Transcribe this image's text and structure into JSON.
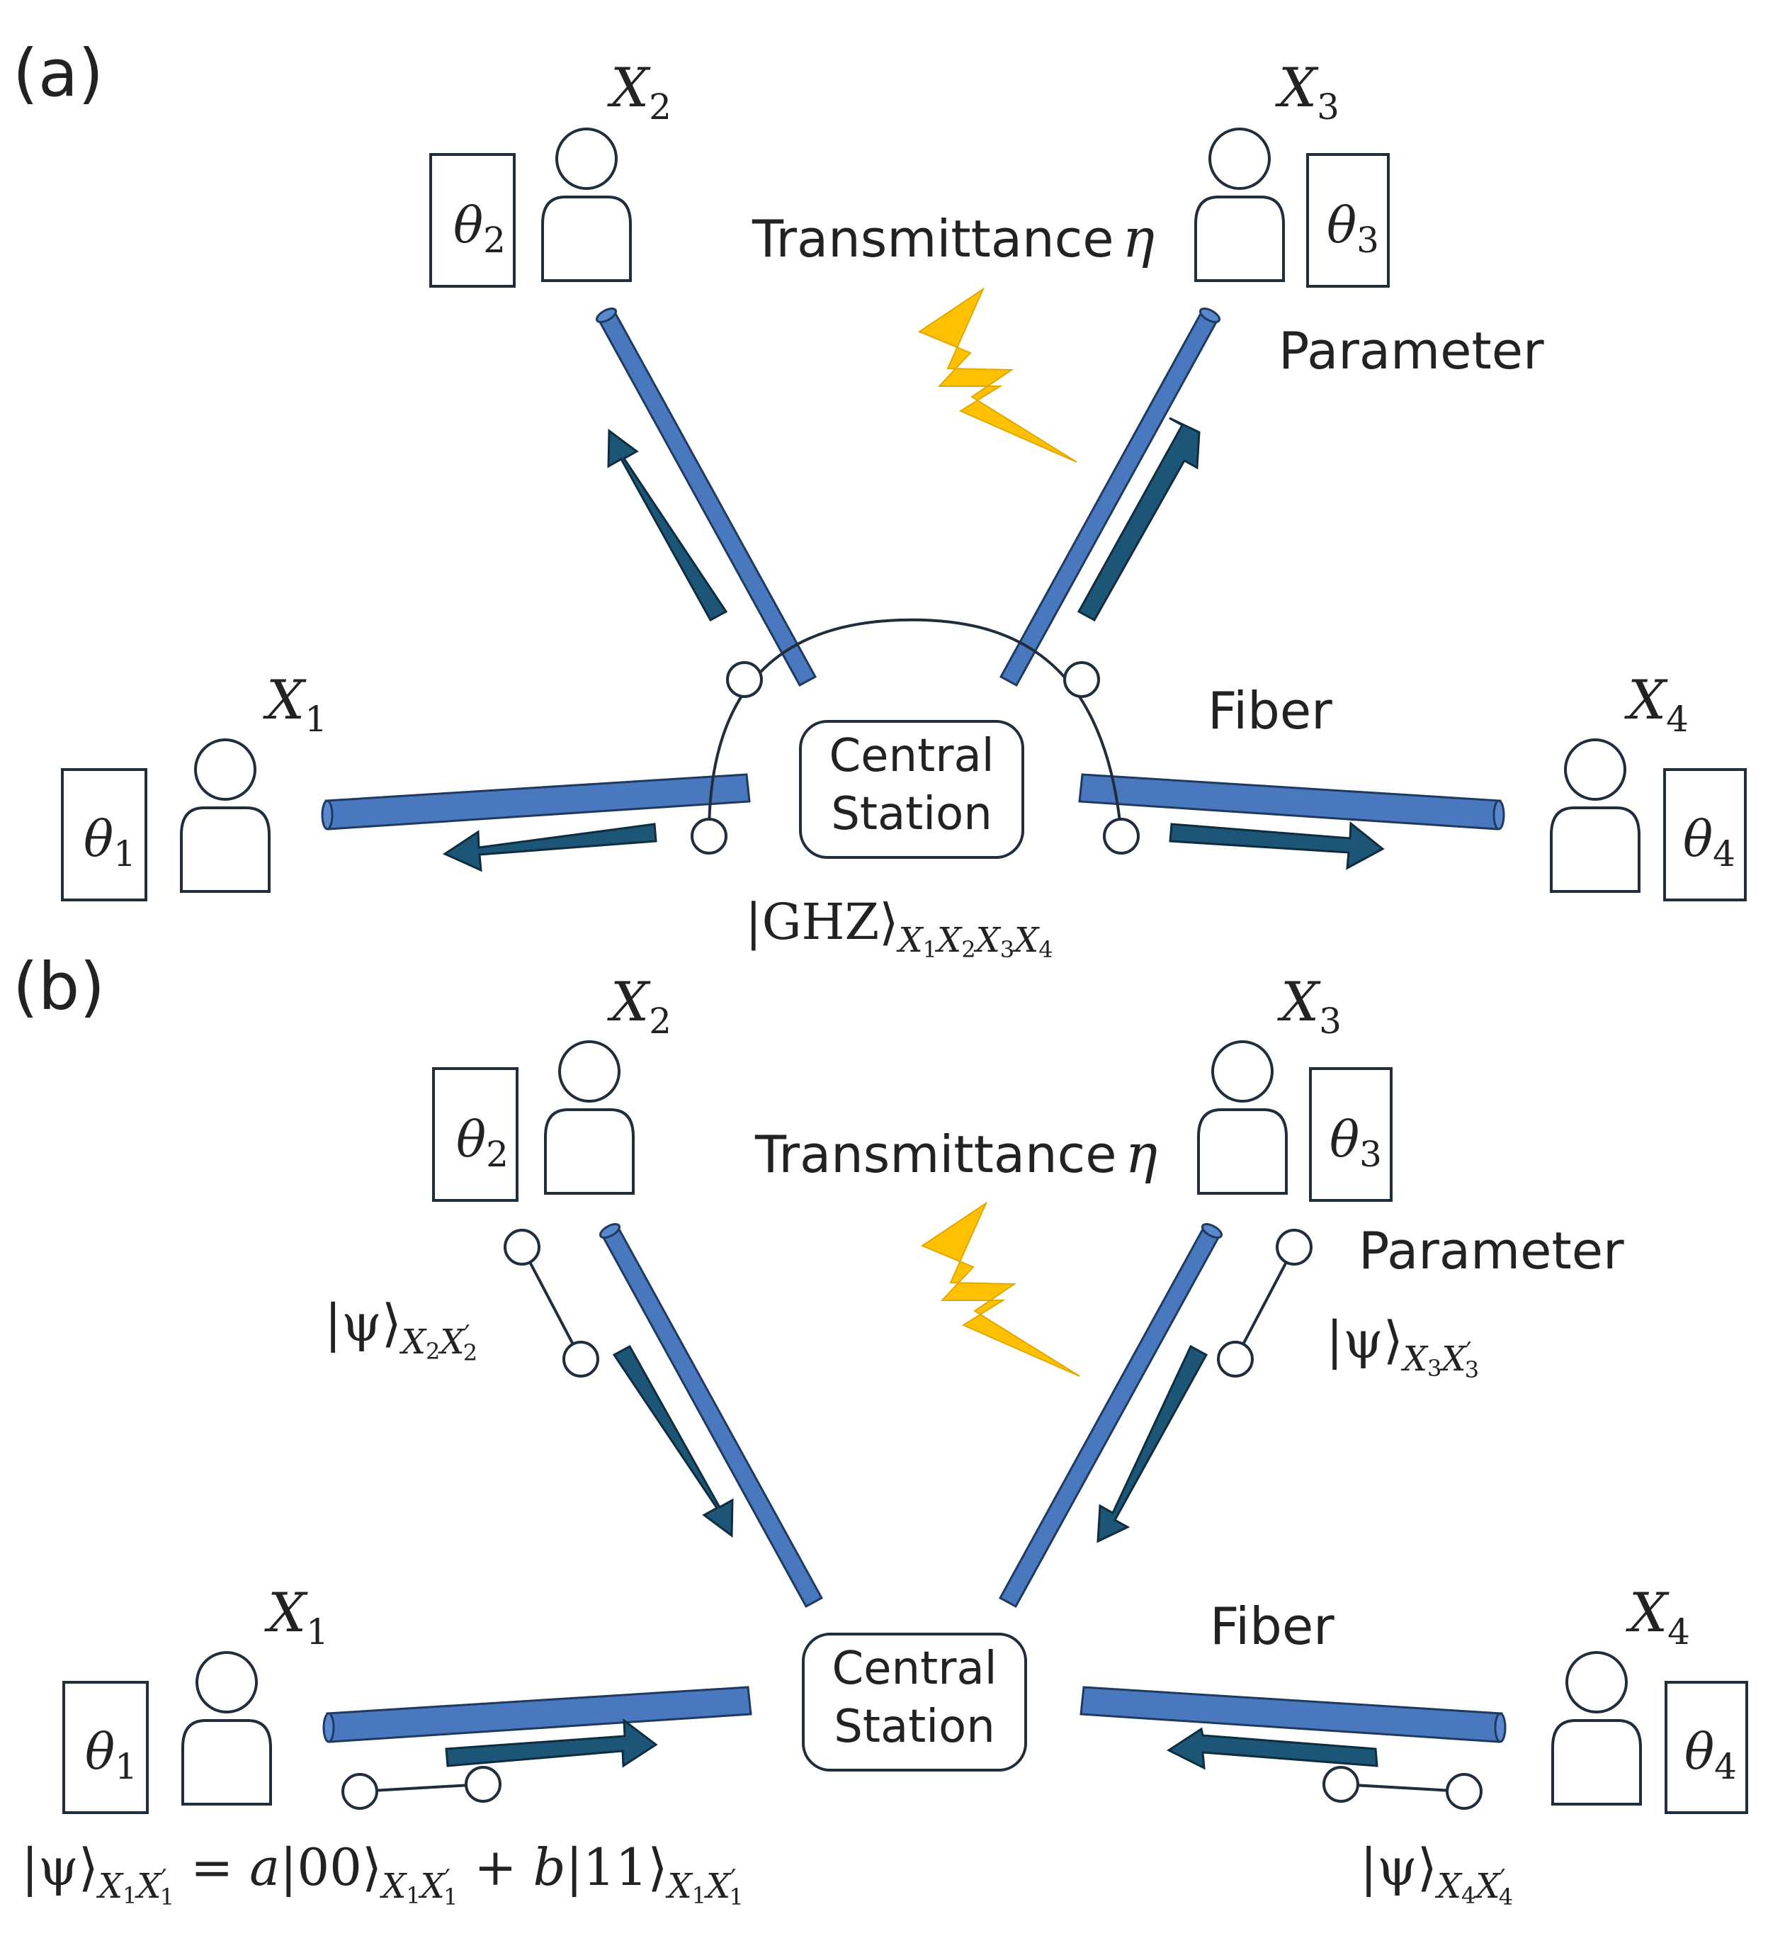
{
  "panel_a": {
    "label": "(a)",
    "user1": {
      "name": "X",
      "sub": "1",
      "param": "θ",
      "param_sub": "1"
    },
    "user2": {
      "name": "X",
      "sub": "2",
      "param": "θ",
      "param_sub": "2"
    },
    "user3": {
      "name": "X",
      "sub": "3",
      "param": "θ",
      "param_sub": "3"
    },
    "user4": {
      "name": "X",
      "sub": "4",
      "param": "θ",
      "param_sub": "4"
    },
    "transmittance": "Transmittance",
    "eta": "η",
    "parameter": "Parameter",
    "fiber": "Fiber",
    "central_line1": "Central",
    "central_line2": "Station",
    "ghz_ket": "|GHZ⟩",
    "ghz_subs": [
      "X",
      "1",
      "X",
      "2",
      "X",
      "3",
      "X",
      "4"
    ]
  },
  "panel_b": {
    "label": "(b)",
    "user1": {
      "name": "X",
      "sub": "1",
      "param": "θ",
      "param_sub": "1"
    },
    "user2": {
      "name": "X",
      "sub": "2",
      "param": "θ",
      "param_sub": "2"
    },
    "user3": {
      "name": "X",
      "sub": "3",
      "param": "θ",
      "param_sub": "3"
    },
    "user4": {
      "name": "X",
      "sub": "4",
      "param": "θ",
      "param_sub": "4"
    },
    "transmittance": "Transmittance",
    "eta": "η",
    "parameter": "Parameter",
    "fiber": "Fiber",
    "central_line1": "Central",
    "central_line2": "Station",
    "psi": "|ψ⟩",
    "psi2_sub": [
      "X",
      "2",
      "X",
      "′",
      "2"
    ],
    "psi3_sub": [
      "X",
      "3",
      "X",
      "′",
      "3"
    ],
    "psi4_sub": [
      "X",
      "4",
      "X",
      "′",
      "4"
    ],
    "psi1_sub": [
      "X",
      "1",
      "X",
      "′",
      "1"
    ],
    "eq_eq": " = ",
    "eq_a": "a",
    "eq_ket00": "|00⟩",
    "eq_plus": " + ",
    "eq_b": "b",
    "eq_ket11": "|11⟩"
  },
  "colors": {
    "fiber_fill": "#4A78BE",
    "fiber_stroke": "#1F3A5F",
    "arrow_fill": "#1D5577",
    "arrow_stroke": "#0F2D3F",
    "bolt": "#FFC000",
    "line": "#1F2D3D"
  },
  "icons": {
    "user": "person-icon",
    "bolt": "lightning-bolt-icon",
    "qubit": "qubit-circle-icon"
  }
}
